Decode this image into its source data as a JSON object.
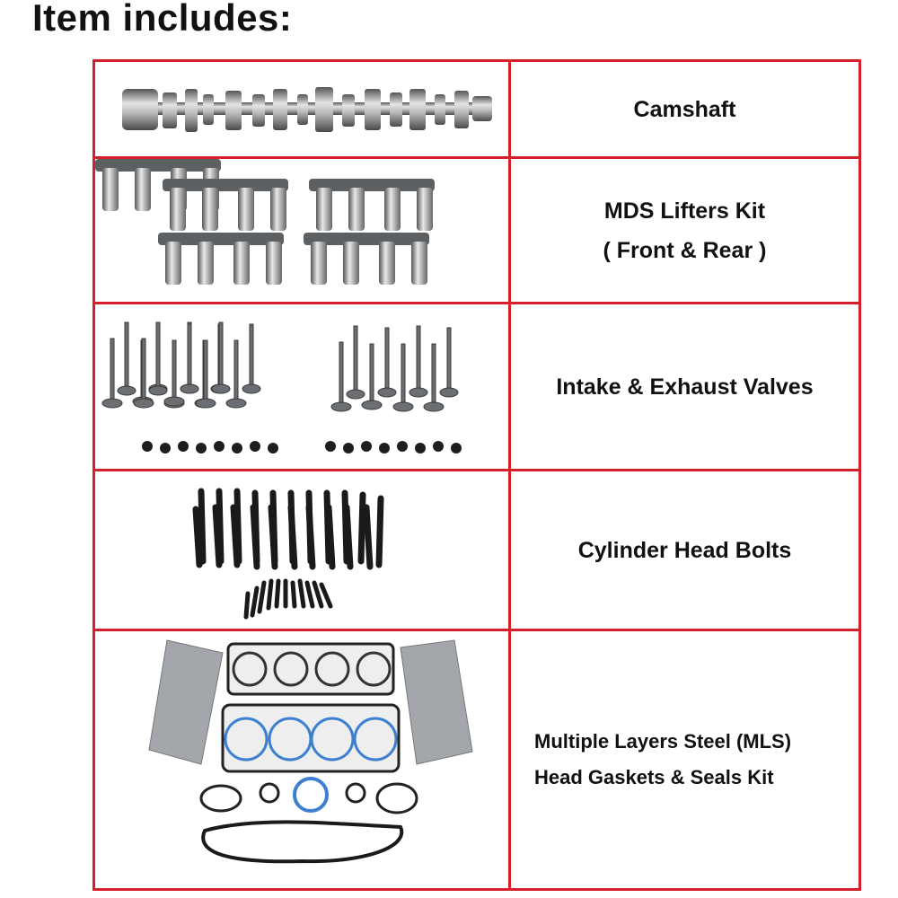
{
  "title": "Item includes:",
  "items": [
    {
      "lines": [
        "Camshaft"
      ]
    },
    {
      "lines": [
        "MDS Lifters Kit",
        "( Front & Rear )"
      ]
    },
    {
      "lines": [
        "Intake & Exhaust Valves"
      ]
    },
    {
      "lines": [
        "Cylinder Head Bolts"
      ]
    },
    {
      "lines": [
        "Multiple Layers Steel (MLS)",
        "Head Gaskets & Seals Kit"
      ]
    }
  ],
  "colors": {
    "border": "#d4202a",
    "metal": "#8a8d90",
    "dark": "#2a2a2a",
    "blue": "#3d7fd0"
  }
}
